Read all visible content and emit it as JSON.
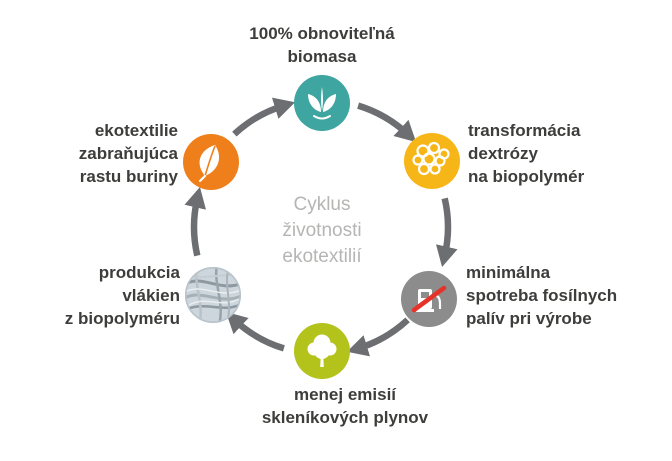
{
  "center": {
    "text": "Cyklus\nživotnosti\nekotextilií"
  },
  "nodes": {
    "biomass": {
      "label": "100% obnoviteľná\nbiomasa",
      "color": "#3fa5a1",
      "icon": "sprout-icon"
    },
    "dextrose": {
      "label": "transformácia\ndextrózy\nna biopolymér",
      "color": "#f7b617",
      "icon": "molecules-icon"
    },
    "fossil": {
      "label": "minimálna\nspotreba fosílnych\npalív pri výrobe",
      "color": "#8c8c8c",
      "icon": "fuel-pump-crossed-icon"
    },
    "emissions": {
      "label": "menej emisií\nskleníkových plynov",
      "color": "#b4c21c",
      "icon": "tree-icon"
    },
    "fibers": {
      "label": "produkcia\nvlákien\nz biopolyméru",
      "color": "#cdd6dc",
      "icon": "fibers-icon"
    },
    "weeds": {
      "label": "ekotextilie\nzabraňujúca\nrastu buriny",
      "color": "#ef7f1a",
      "icon": "leaf-icon"
    }
  },
  "colors": {
    "arrow": "#6d6e71",
    "label_text": "#3d3d3b",
    "center_text": "#b5b5b4",
    "slash_red": "#e5332a"
  }
}
